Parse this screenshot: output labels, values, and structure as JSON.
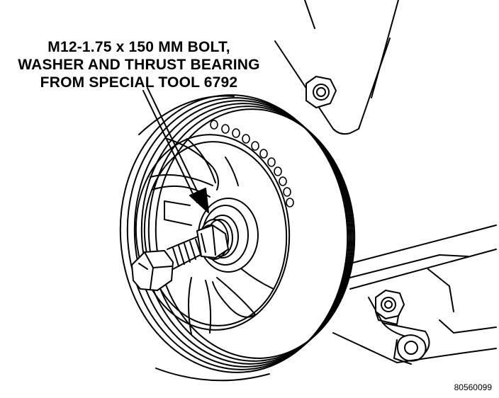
{
  "callout": {
    "line1": "M12-1.75 x 150 MM BOLT,",
    "line2": "WASHER AND THRUST BEARING",
    "line3": "FROM SPECIAL TOOL 6792"
  },
  "figure_number": "80560099",
  "colors": {
    "ink": "#000000",
    "paper": "#ffffff"
  }
}
